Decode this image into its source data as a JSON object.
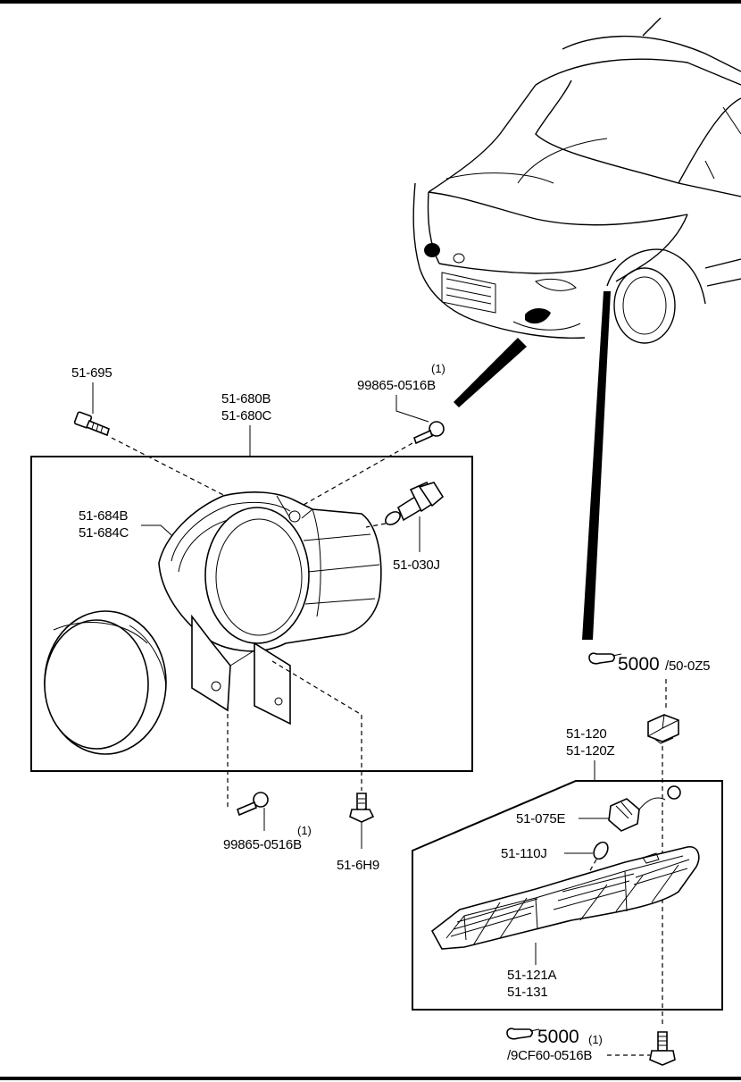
{
  "labels": {
    "bolt_51_695": "51-695",
    "housing_a": "51-680B",
    "housing_b": "51-680C",
    "screw_top_num": "99865-0516B",
    "screw_top_qty": "(1)",
    "gasket_a": "51-684B",
    "gasket_b": "51-684C",
    "bulb": "51-030J",
    "screw_bottom_num": "99865-0516B",
    "screw_bottom_qty": "(1)",
    "clip": "51-6H9",
    "ref_top_main": "5000",
    "ref_top_sub": "/50-0Z5",
    "side_lamp_a": "51-120",
    "side_lamp_b": "51-120Z",
    "socket": "51-075E",
    "side_bulb": "51-110J",
    "lens_a": "51-121A",
    "lens_b": "51-131",
    "ref_bottom_main": "5000",
    "ref_bottom_qty": "(1)",
    "ref_bottom_sub": "/9CF60-0516B"
  },
  "icons": {
    "reference_pointer": "pointing-hand-icon"
  }
}
